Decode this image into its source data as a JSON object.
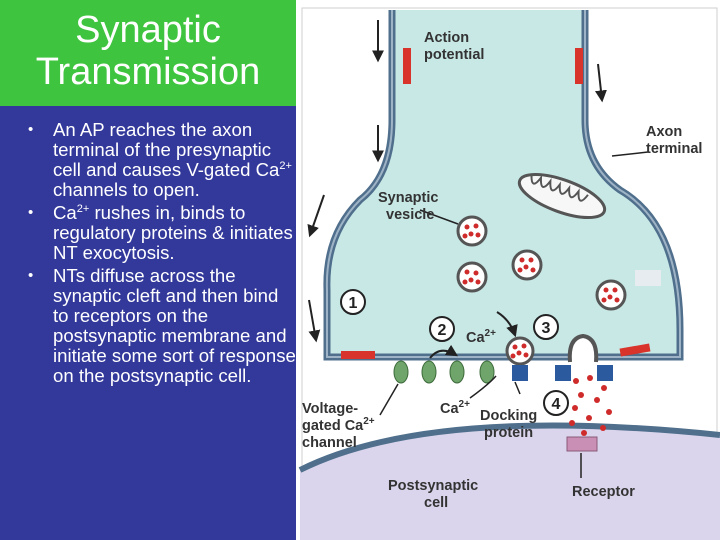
{
  "slide": {
    "title_line1": "Synaptic",
    "title_line2": "Transmission",
    "bullets": [
      {
        "pre": "An AP reaches the axon terminal of the presynaptic cell and causes V-gated Ca",
        "sup": "2+",
        "post": " channels to open."
      },
      {
        "pre": "Ca",
        "sup": "2+",
        "post": " rushes in, binds to regulatory proteins & initiates NT exocytosis."
      },
      {
        "pre": "NTs diffuse across the synaptic cleft and then bind to receptors on the postsynaptic membrane and initiate some sort of response on the postsynaptic cell.",
        "sup": "",
        "post": ""
      }
    ]
  },
  "diagram": {
    "labels": {
      "action_potential_1": "Action",
      "action_potential_2": "potential",
      "axon_terminal_1": "Axon",
      "axon_terminal_2": "terminal",
      "synaptic_vesicle_1": "Synaptic",
      "synaptic_vesicle_2": "vesicle",
      "ca_label_2": "Ca",
      "ca_label_4": "Ca",
      "ca_sup": "2+",
      "voltage_gated_1": "Voltage-",
      "voltage_gated_2": "gated Ca",
      "voltage_gated_3": "channel",
      "docking_protein_1": "Docking",
      "docking_protein_2": "protein",
      "postsynaptic_cell_1": "Postsynaptic",
      "postsynaptic_cell_2": "cell",
      "receptor": "Receptor"
    },
    "steps": [
      "1",
      "2",
      "3",
      "4"
    ],
    "colors": {
      "cytoplasm": "#c8e8e6",
      "membrane": "#4f6f8c",
      "ap_marker": "#d8342c",
      "channel": "#6fa56a",
      "docking": "#2c5a9e",
      "receptor": "#c98fb4",
      "neurotransmitter": "#cf2b2b",
      "postsynaptic": "#dad5ec"
    }
  }
}
